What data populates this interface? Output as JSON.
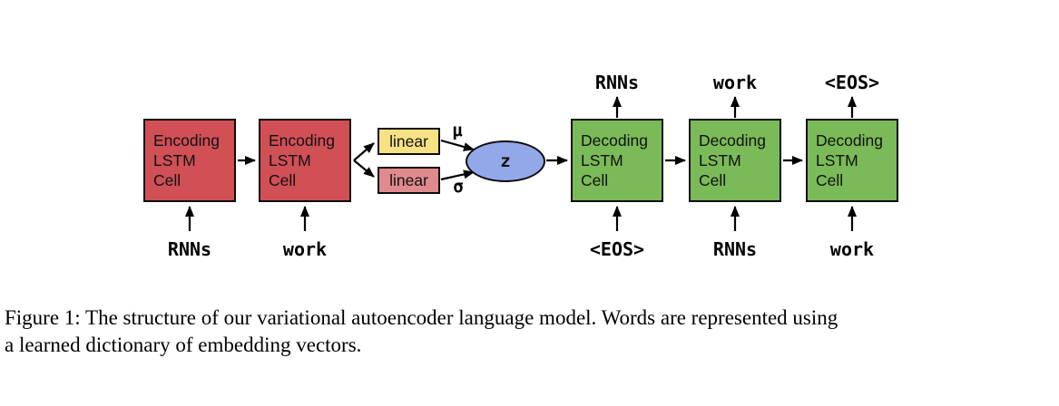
{
  "colors": {
    "encoder_fill": "#d05056",
    "decoder_fill": "#7bba58",
    "linear_mu_fill": "#f6e284",
    "linear_sigma_fill": "#e08a8e",
    "latent_fill": "#93a8e8",
    "stroke": "#000000"
  },
  "diagram": {
    "encoder": {
      "cells": [
        {
          "label": "Encoding\nLSTM\nCell",
          "input": "RNNs"
        },
        {
          "label": "Encoding\nLSTM\nCell",
          "input": "work"
        }
      ]
    },
    "latent": {
      "mu_branch": {
        "box_label": "linear",
        "symbol": "μ"
      },
      "sigma_branch": {
        "box_label": "linear",
        "symbol": "σ"
      },
      "z_label": "z"
    },
    "decoder": {
      "cells": [
        {
          "label": "Decoding\nLSTM\nCell",
          "input": "<EOS>",
          "output": "RNNs"
        },
        {
          "label": "Decoding\nLSTM\nCell",
          "input": "RNNs",
          "output": "work"
        },
        {
          "label": "Decoding\nLSTM\nCell",
          "input": "work",
          "output": "<EOS>"
        }
      ]
    }
  },
  "caption": {
    "lines": [
      "Figure 1: The structure of our variational autoencoder language model.  Words are represented using",
      "a learned dictionary of embedding vectors."
    ]
  }
}
